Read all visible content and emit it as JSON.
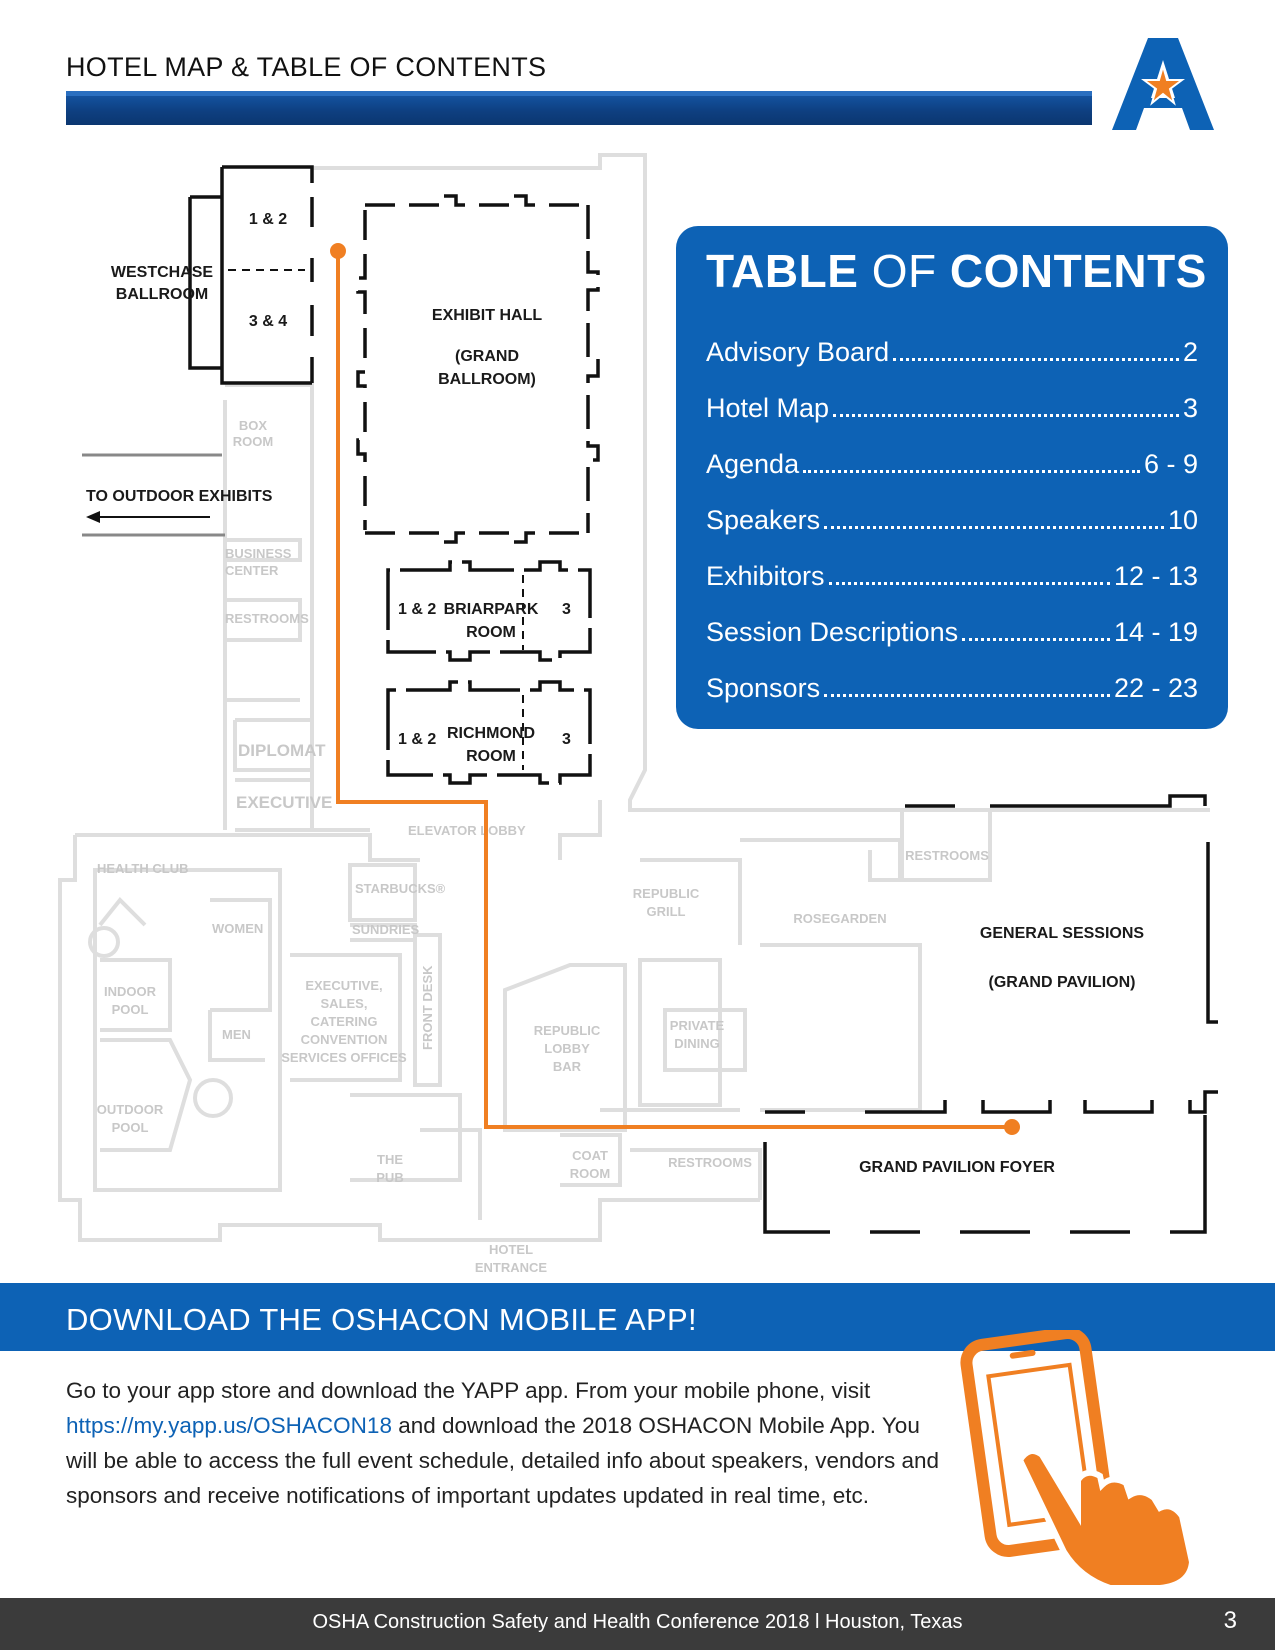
{
  "header": {
    "title": "HOTEL MAP & TABLE OF CONTENTS",
    "accent": "#0d62b5"
  },
  "map": {
    "labels": {
      "westchase_1": "WESTCHASE",
      "westchase_2": "BALLROOM",
      "w_12": "1 & 2",
      "w_34": "3 & 4",
      "exhibit_1": "EXHIBIT HALL",
      "exhibit_2": "(GRAND",
      "exhibit_3": "BALLROOM)",
      "outdoor": "TO OUTDOOR EXHIBITS",
      "briar_12": "1 & 2",
      "briar_1": "BRIARPARK",
      "briar_2": "ROOM",
      "briar_3": "3",
      "rich_12": "1 & 2",
      "rich_1": "RICHMOND",
      "rich_2": "ROOM",
      "rich_3": "3",
      "general_1": "GENERAL SESSIONS",
      "general_2": "(GRAND PAVILION)",
      "foyer": "GRAND PAVILION FOYER"
    },
    "gray_labels": {
      "box_1": "BOX",
      "box_2": "ROOM",
      "business_1": "BUSINESS",
      "business_2": "CENTER",
      "restrooms_a": "RESTROOMS",
      "diplomat": "DIPLOMAT",
      "executive": "EXECUTIVE",
      "elevator": "ELEVATOR LOBBY",
      "health": "HEALTH CLUB",
      "starbucks": "STARBUCKS®",
      "sundries": "SUNDRIES",
      "women": "WOMEN",
      "men": "MEN",
      "indoor_1": "INDOOR",
      "indoor_2": "POOL",
      "outdoor_1": "OUTDOOR",
      "outdoor_2": "POOL",
      "exec_1": "EXECUTIVE,",
      "exec_2": "SALES,",
      "exec_3": "CATERING",
      "exec_4": "CONVENTION",
      "exec_5": "SERVICES OFFICES",
      "front_desk": "FRONT DESK",
      "grill_1": "REPUBLIC",
      "grill_2": "GRILL",
      "lobby_1": "REPUBLIC",
      "lobby_2": "LOBBY",
      "lobby_3": "BAR",
      "private_1": "PRIVATE",
      "private_2": "DINING",
      "rosegarden": "ROSEGARDEN",
      "restrooms_b": "RESTROOMS",
      "restrooms_c": "RESTROOMS",
      "pub_1": "THE",
      "pub_2": "PUB",
      "coat_1": "COAT",
      "coat_2": "ROOM",
      "hotel_1": "HOTEL",
      "hotel_2": "ENTRANCE"
    },
    "route_color": "#f07f22"
  },
  "toc": {
    "heading_a": "TABLE",
    "heading_b": "OF",
    "heading_c": "CONTENTS",
    "items": [
      {
        "title": "Advisory Board",
        "page": "2"
      },
      {
        "title": "Hotel Map",
        "page": "3"
      },
      {
        "title": "Agenda",
        "page": "6 - 9"
      },
      {
        "title": "Speakers",
        "page": "10"
      },
      {
        "title": "Exhibitors",
        "page": "12 - 13"
      },
      {
        "title": "Session Descriptions",
        "page": "14 - 19"
      },
      {
        "title": "Sponsors",
        "page": "22 - 23"
      }
    ]
  },
  "app": {
    "title": "DOWNLOAD THE OSHACON MOBILE APP!",
    "text_before": "Go to your app store and download the YAPP app.  From your mobile phone, visit ",
    "link": "https://my.yapp.us/OSHACON18",
    "text_after": " and download the 2018 OSHACON Mobile App.  You will be able to access the full event schedule, detailed info about speakers, vendors and sponsors and receive notifications of important updates updated in real time, etc."
  },
  "footer": {
    "text": "OSHA Construction Safety and Health Conference 2018 l Houston, Texas",
    "page": "3"
  }
}
